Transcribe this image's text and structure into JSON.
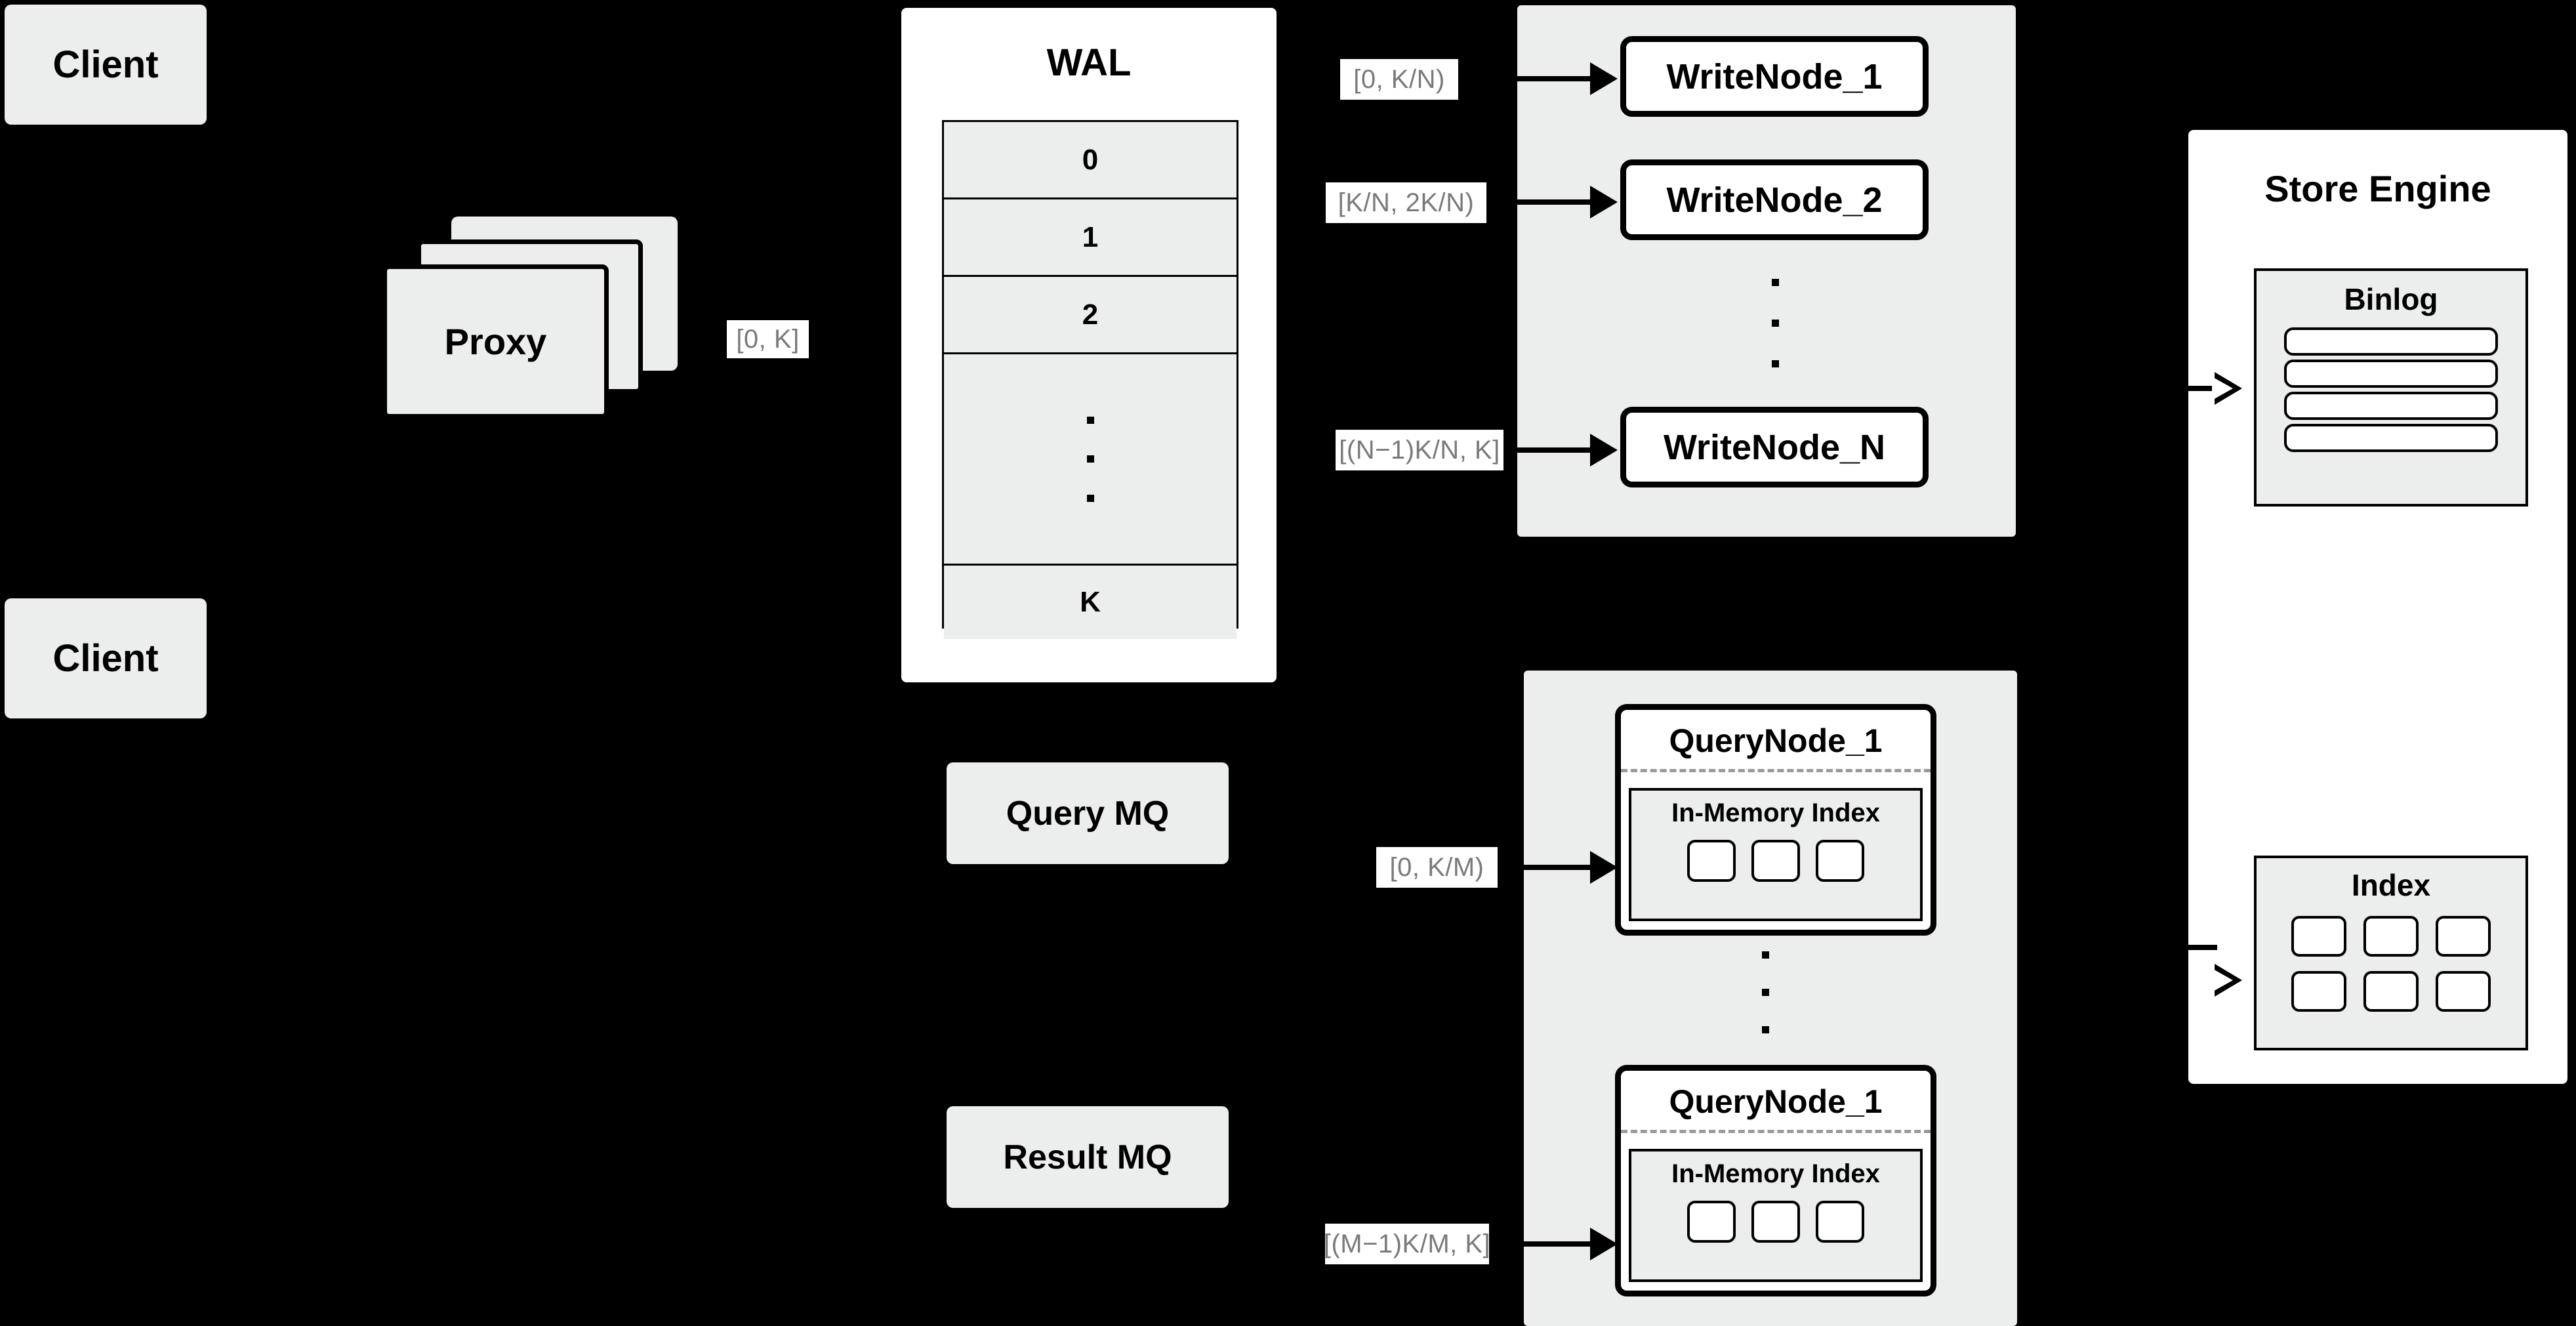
{
  "diagram": {
    "title": "Distributed Write/Query Architecture",
    "background_color": "#000000",
    "card_fill": "#eceded",
    "node_fill": "#ffffff",
    "stroke_color": "#000000",
    "label_text_color": "#7a7a7a",
    "divider_color": "#9a9a9a"
  },
  "clients": [
    {
      "label": "Client"
    },
    {
      "label": "Client"
    }
  ],
  "proxy": {
    "label": "Proxy",
    "stack_count": 3
  },
  "proxy_range_label": "[0, K]",
  "wal": {
    "title": "WAL",
    "rows": [
      "0",
      "1",
      "2",
      "",
      "K"
    ],
    "ellipsis_row_index": 3,
    "ellipsis_dots": 3
  },
  "queues": [
    {
      "label": "Query MQ"
    },
    {
      "label": "Result MQ"
    }
  ],
  "write_group": {
    "nodes": [
      {
        "label": "WriteNode_1",
        "range": "[0,  K/N)"
      },
      {
        "label": "WriteNode_2",
        "range": "[K/N, 2K/N)"
      },
      {
        "label": "WriteNode_N",
        "range": "[(N−1)K/N,  K]"
      }
    ],
    "ellipsis_dots": 3
  },
  "query_group": {
    "nodes": [
      {
        "label": "QueryNode_1",
        "range": "[0, K/M)",
        "index_label": "In-Memory Index",
        "chips": 3
      },
      {
        "label": "QueryNode_1",
        "range": "[(M−1)K/M, K]",
        "index_label": "In-Memory Index",
        "chips": 3
      }
    ],
    "ellipsis_dots": 3
  },
  "store_engine": {
    "title": "Store Engine",
    "binlog": {
      "title": "Binlog",
      "bars": 4
    },
    "index": {
      "title": "Index",
      "chips_row1": 3,
      "chips_row2": 3
    }
  }
}
